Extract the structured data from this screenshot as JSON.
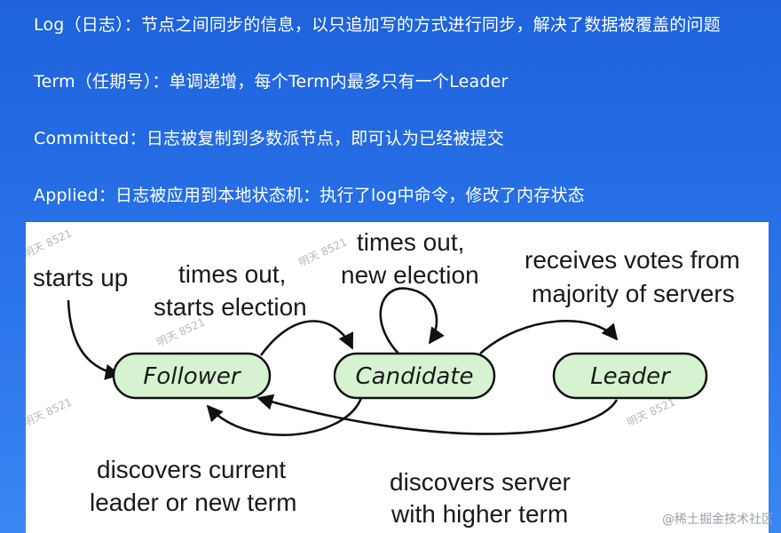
{
  "bullets": [
    "Log（日志）：节点之间同步的信息，以只追加写的方式进行同步，解决了数据被覆盖的问题",
    "Term（任期号）：单调递增，每个Term内最多只有一个Leader",
    "Committed：日志被复制到多数派节点，即可认为已经被提交",
    "Applied：日志被应用到本地状态机：执行了log中命令，修改了内存状态"
  ],
  "diagram": {
    "states": {
      "follower": "Follower",
      "candidate": "Candidate",
      "leader": "Leader"
    },
    "edge_labels": {
      "starts_up": "starts up",
      "times_out_starts_1": "times out,",
      "times_out_starts_2": "starts election",
      "times_out_new_1": "times out,",
      "times_out_new_2": "new election",
      "receives_votes_1": "receives votes from",
      "receives_votes_2": "majority of servers",
      "discovers_current_1": "discovers current",
      "discovers_current_2": "leader or new term",
      "discovers_server_1": "discovers server",
      "discovers_server_2": "with higher term"
    },
    "watermarks": [
      "明天 8521",
      "明天 8521",
      "明天 8521",
      "明天 8521",
      "明天 8521"
    ]
  },
  "footer": "@稀土掘金技术社区"
}
